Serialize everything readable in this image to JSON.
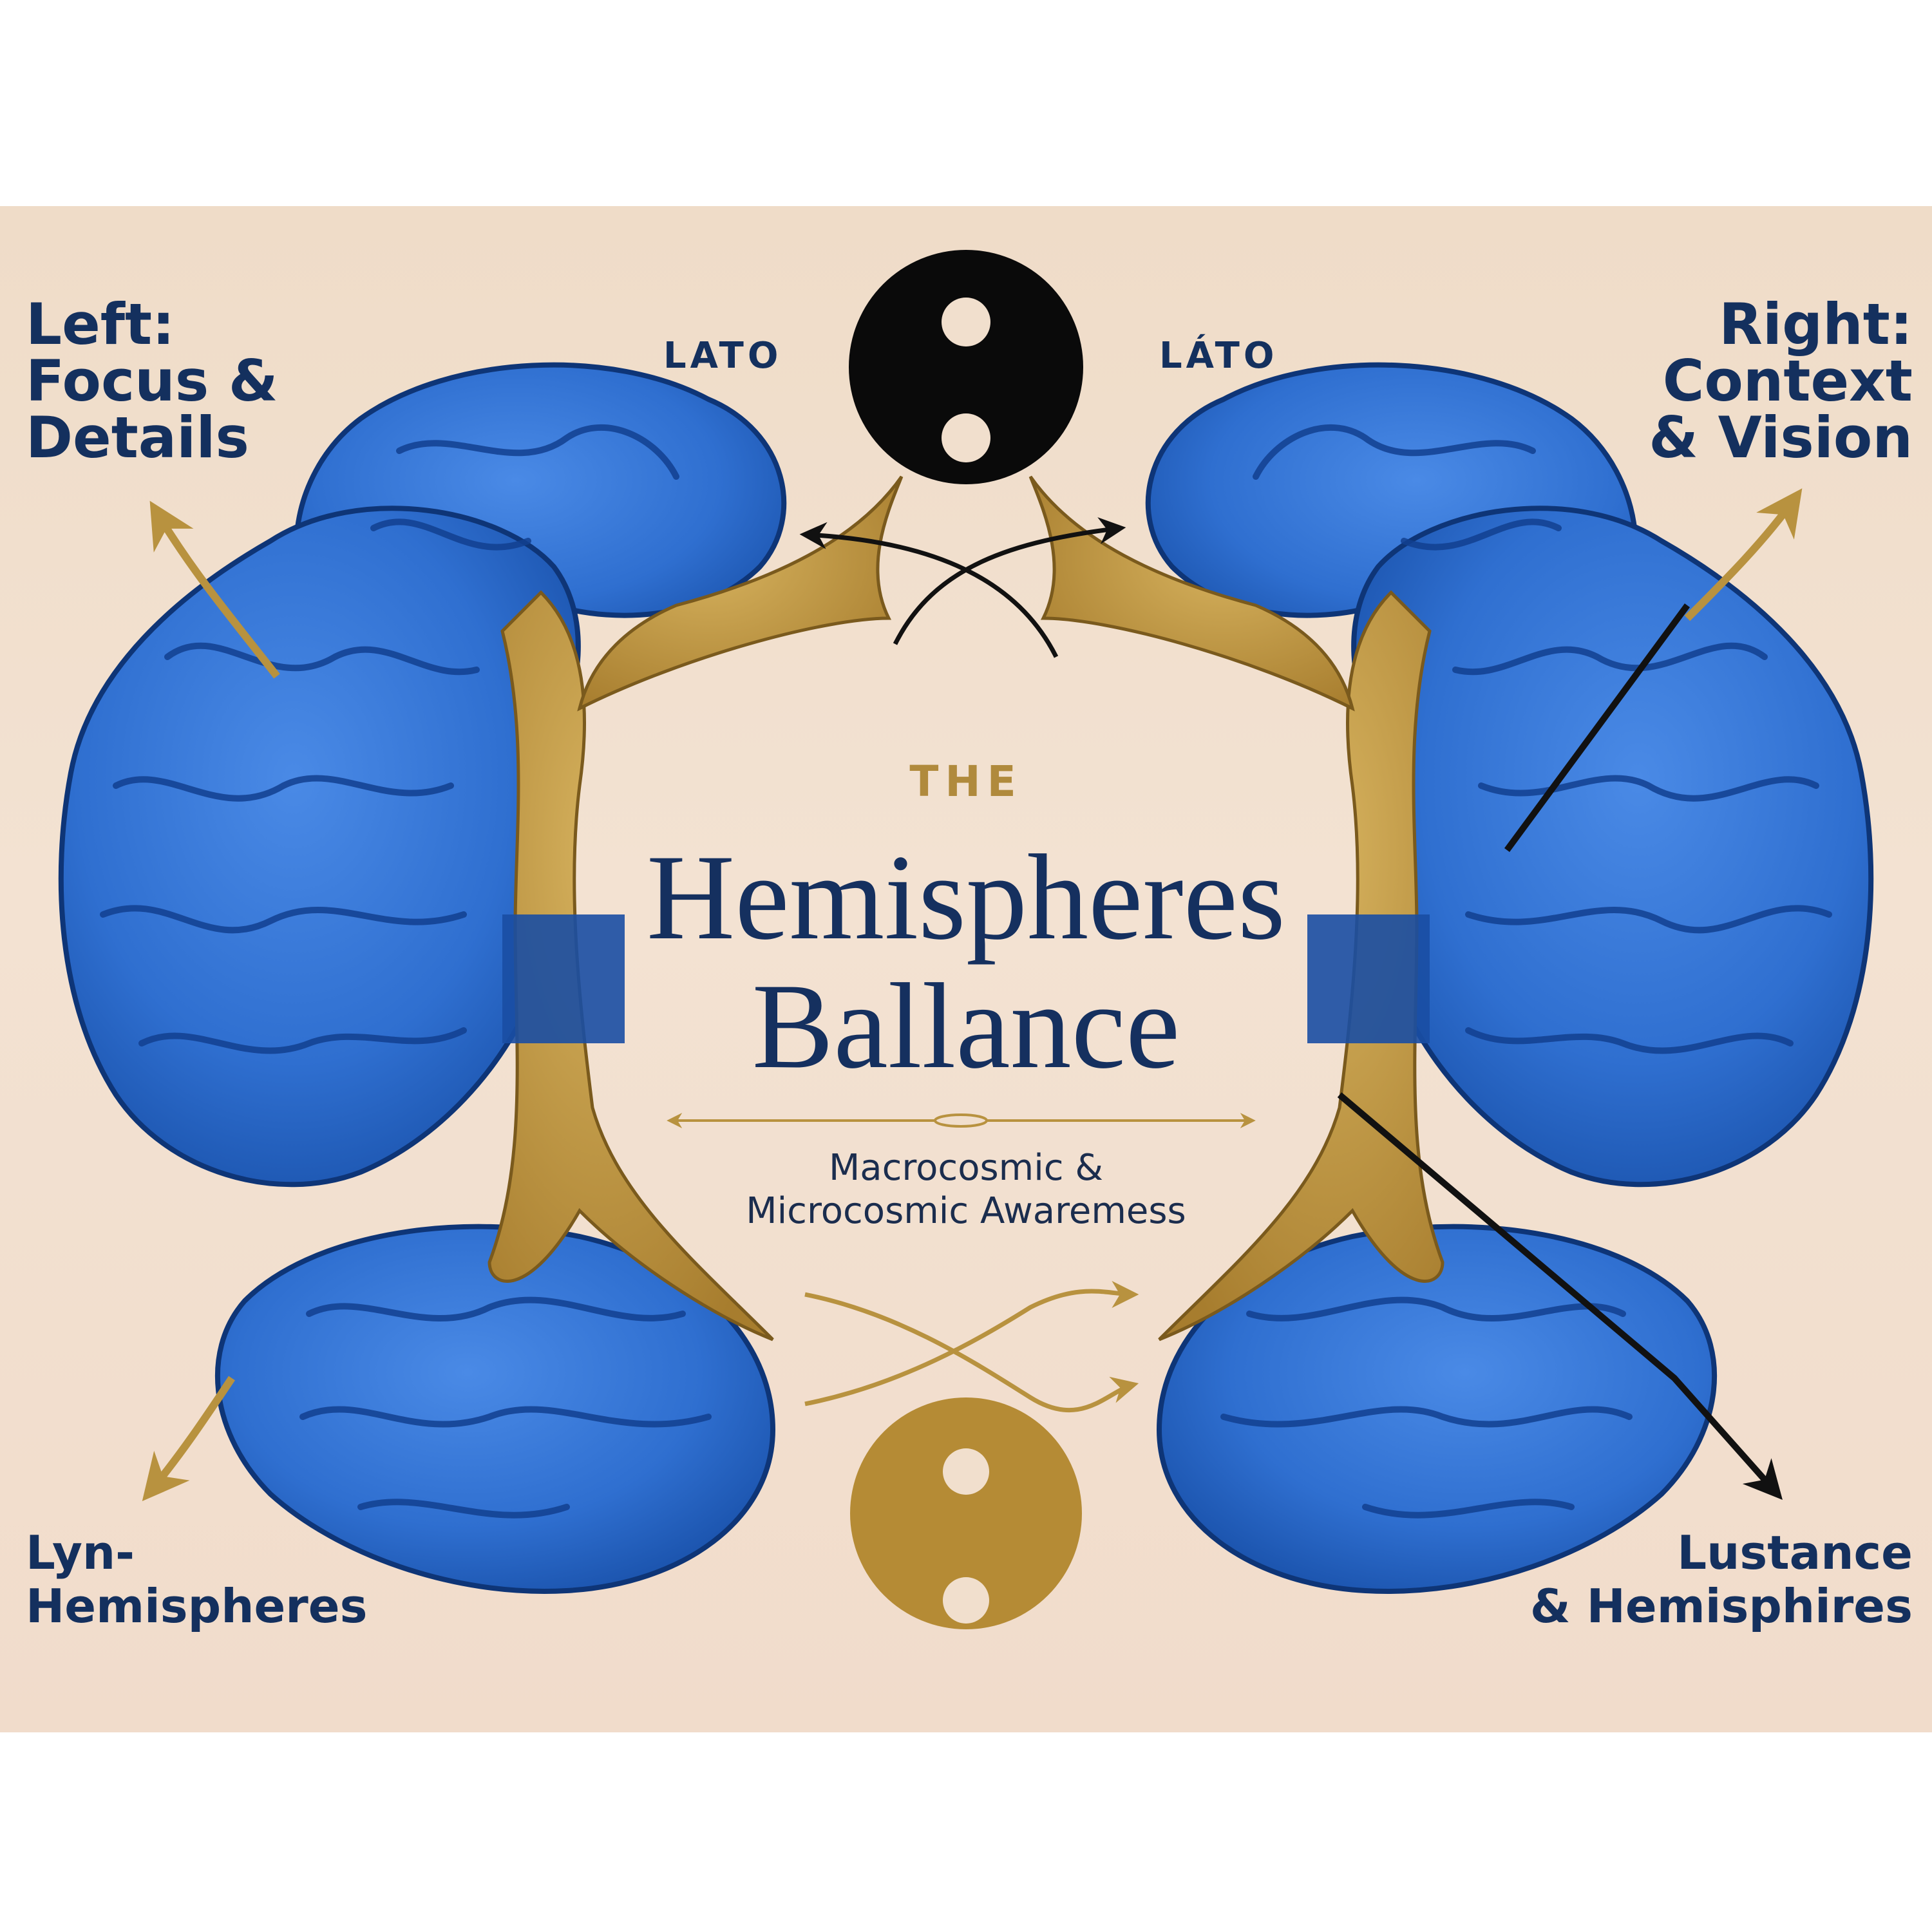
{
  "corner_labels": {
    "top_left": [
      "Left:",
      "Focus &",
      "Details"
    ],
    "top_right": [
      "Right:",
      "Context",
      "& Vision"
    ],
    "bottom_left": [
      "Lyn-",
      "Hemispheres"
    ],
    "bottom_right": [
      "Lustance",
      "& Hemisphires"
    ]
  },
  "top_labels": {
    "left": "LATO",
    "right": "LÁTO"
  },
  "title": {
    "kicker": "THE",
    "line1": "Hemispheres",
    "line2": "Ballance"
  },
  "subtitle": {
    "line1": "Macrocosmic &",
    "line2": "Microcosmic Awaremess"
  },
  "colors": {
    "brain_blue": "#2f6fd0",
    "brain_dark": "#123f8f",
    "gold": "#b8923f",
    "navy_text": "#14305e",
    "background": "#f1dfcd",
    "black_symbol": "#0a0a0a"
  },
  "symbols": {
    "top_circle": "black-yin-circle-icon",
    "bottom_circle": "gold-yang-circle-icon"
  }
}
